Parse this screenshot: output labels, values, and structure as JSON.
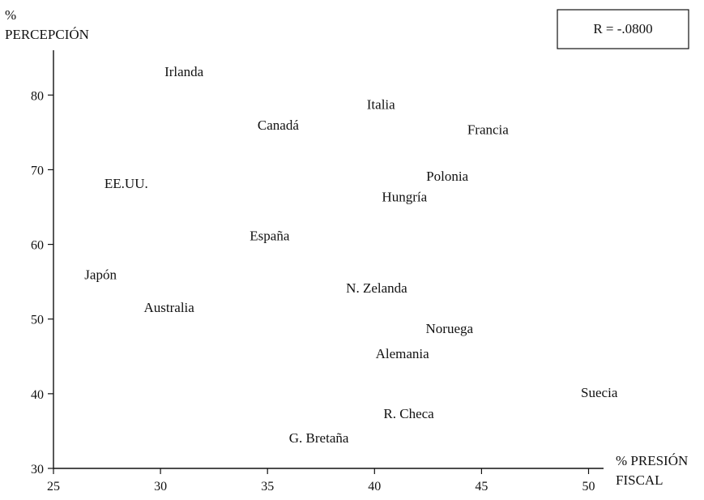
{
  "chart_data": {
    "type": "scatter",
    "y_title_symbol": "%",
    "y_title": "PERCEPCIÓN",
    "x_title_line1": "% PRESIÓN",
    "x_title_line2": "FISCAL",
    "annotation": "R = -.0800",
    "xlim": [
      25,
      50.7
    ],
    "ylim": [
      30,
      86
    ],
    "x_ticks": [
      25,
      30,
      35,
      40,
      45,
      50
    ],
    "y_ticks": [
      30,
      40,
      50,
      60,
      70,
      80
    ],
    "grid": false,
    "points": [
      {
        "label": "Irlanda",
        "x": 31.1,
        "y": 83.2
      },
      {
        "label": "Italia",
        "x": 40.3,
        "y": 78.8
      },
      {
        "label": "Canadá",
        "x": 35.5,
        "y": 76.0
      },
      {
        "label": "Francia",
        "x": 45.3,
        "y": 75.4
      },
      {
        "label": "EE.UU.",
        "x": 28.4,
        "y": 68.2
      },
      {
        "label": "Polonia",
        "x": 43.4,
        "y": 69.2
      },
      {
        "label": "Hungría",
        "x": 41.4,
        "y": 66.4
      },
      {
        "label": "España",
        "x": 35.1,
        "y": 61.2
      },
      {
        "label": "Japón",
        "x": 27.2,
        "y": 56.0
      },
      {
        "label": "N. Zelanda",
        "x": 40.1,
        "y": 54.2
      },
      {
        "label": "Australia",
        "x": 30.4,
        "y": 51.6
      },
      {
        "label": "Noruega",
        "x": 43.5,
        "y": 48.8
      },
      {
        "label": "Alemania",
        "x": 41.3,
        "y": 45.4
      },
      {
        "label": "Suecia",
        "x": 50.5,
        "y": 40.2
      },
      {
        "label": "R. Checa",
        "x": 41.6,
        "y": 37.4
      },
      {
        "label": "G. Bretaña",
        "x": 37.4,
        "y": 34.1
      }
    ]
  }
}
